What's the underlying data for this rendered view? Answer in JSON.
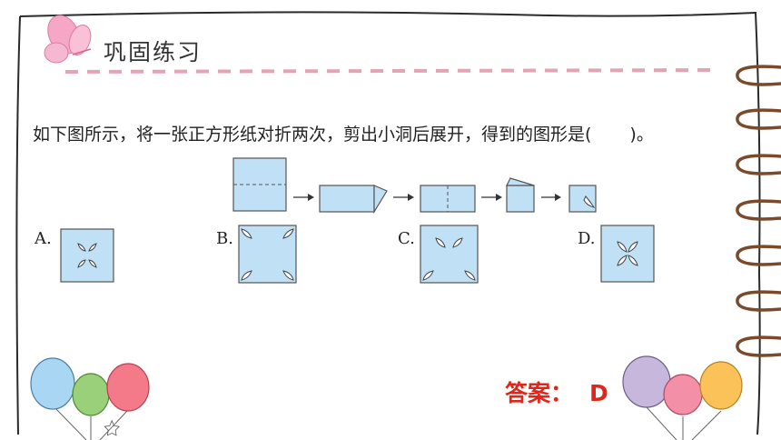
{
  "section_title": "巩固练习",
  "question": {
    "text_before": "如下图所示，将一张正方形纸对折两次，剪出小洞后展开，得到的图形是(",
    "text_after": ")。"
  },
  "options": [
    {
      "label": "A."
    },
    {
      "label": "B."
    },
    {
      "label": "C."
    },
    {
      "label": "D."
    }
  ],
  "answer": {
    "prefix": "答案：",
    "value": "D"
  },
  "colors": {
    "paper_fill": "#bfe0f5",
    "answer_red": "#e0261b",
    "dashed_rule": "#e5a3b3",
    "ring": "#7a4a2b"
  }
}
